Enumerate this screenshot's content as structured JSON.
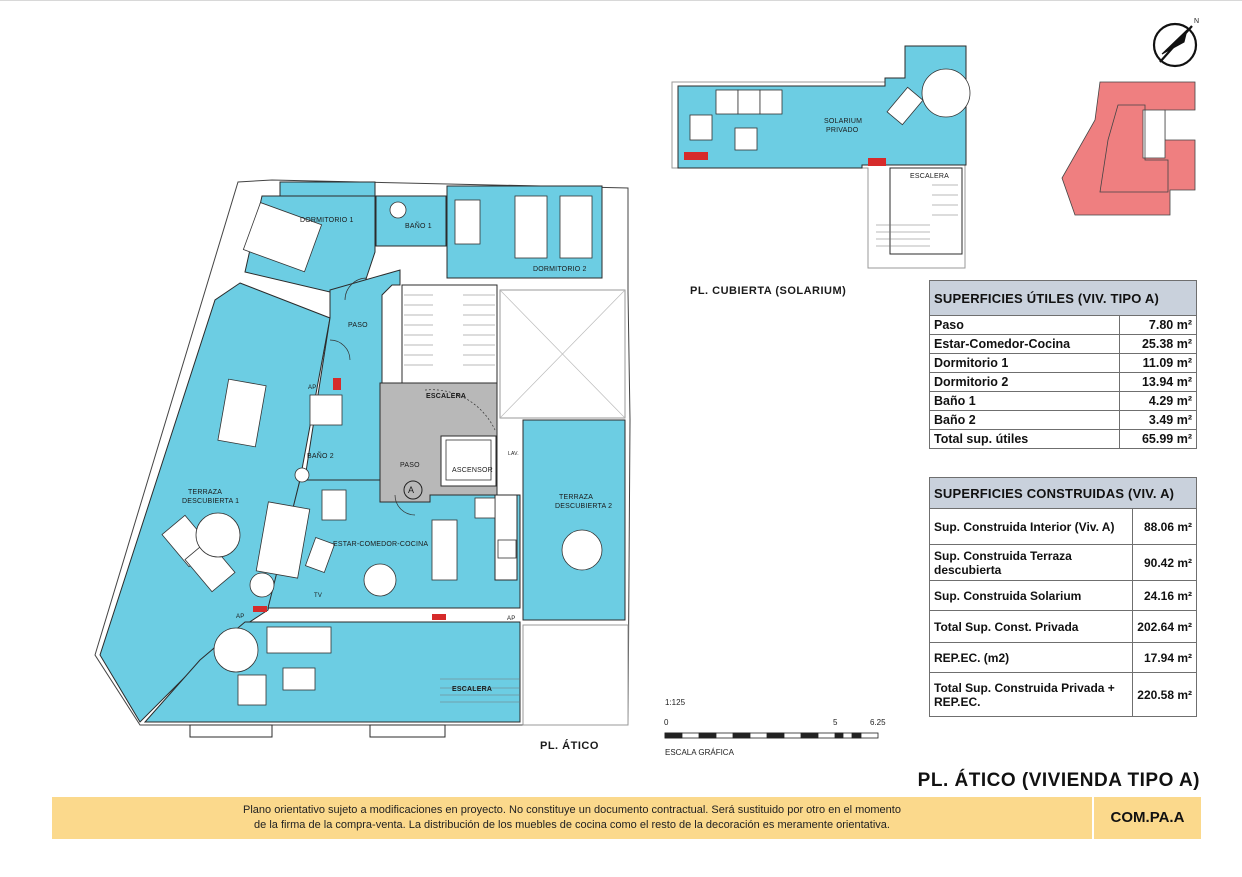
{
  "plans": {
    "roof_title": "PL. CUBIERTA (SOLARIUM)",
    "attic_title": "PL. ÁTICO"
  },
  "rooms": {
    "dormitorio1": "DORMITORIO 1",
    "bano1": "BAÑO 1",
    "dormitorio2": "DORMITORIO 2",
    "paso": "PASO",
    "escalera": "ESCALERA",
    "paso2": "PASO",
    "ascensor": "ASCENSOR",
    "bano2": "BAÑO 2",
    "terraza1_a": "TERRAZA",
    "terraza1_b": "DESCUBIERTA 1",
    "terraza2_a": "TERRAZA",
    "terraza2_b": "DESCUBIERTA 2",
    "estar": "ESTAR-COMEDOR-COCINA",
    "escalera_lower": "ESCALERA",
    "solarium_a": "SOLARIUM",
    "solarium_b": "PRIVADO",
    "escalera_roof": "ESCALERA",
    "marker": "A",
    "ap1": "AP",
    "ap2": "AP",
    "ap3": "AP",
    "lavav": "LAV.",
    "tv": "TV"
  },
  "utiles": {
    "title": "SUPERFICIES ÚTILES (VIV. TIPO A)",
    "rows": [
      {
        "name": "Paso",
        "value": "7.80 m²"
      },
      {
        "name": "Estar-Comedor-Cocina",
        "value": "25.38 m²"
      },
      {
        "name": "Dormitorio 1",
        "value": "11.09 m²"
      },
      {
        "name": "Dormitorio 2",
        "value": "13.94 m²"
      },
      {
        "name": "Baño 1",
        "value": "4.29 m²"
      },
      {
        "name": "Baño 2",
        "value": "3.49 m²"
      },
      {
        "name": "Total sup. útiles",
        "value": "65.99 m²"
      }
    ]
  },
  "construidas": {
    "title": "SUPERFICIES CONSTRUIDAS (VIV. A)",
    "rows": [
      {
        "name": "Sup. Construida Interior (Viv. A)",
        "value": "88.06 m²"
      },
      {
        "name": "Sup. Construida Terraza descubierta",
        "value": "90.42 m²"
      },
      {
        "name": "Sup. Construida Solarium",
        "value": "24.16 m²"
      },
      {
        "name": "Total Sup. Const. Privada",
        "value": "202.64 m²"
      },
      {
        "name": "REP.EC. (m2)",
        "value": "17.94 m²"
      },
      {
        "name": "Total Sup. Construida Privada + REP.EC.",
        "value": "220.58 m²"
      }
    ]
  },
  "scale": {
    "ratio": "1:125",
    "tick0": "0",
    "tick5": "5",
    "tick625": "6.25",
    "label": "ESCALA GRÁFICA"
  },
  "compass_label": "N",
  "main_title": "PL. ÁTICO (VIVIENDA TIPO A)",
  "disclaimer": {
    "line1": "Plano orientativo sujeto a modificaciones en proyecto. No constituye un documento contractual. Será sustituido por otro en el momento",
    "line2": "de la firma de la compra-venta. La distribución de los muebles de cocina como el resto de la decoración es meramente orientativa."
  },
  "code": "COM.PA.A",
  "colors": {
    "floor": "#6ccde3",
    "wall": "#2b2b2b",
    "stair_core": "#b8b8b8",
    "key_plan": "#ef7f80",
    "header": "#c9d1dc",
    "banner": "#fbd98c"
  }
}
